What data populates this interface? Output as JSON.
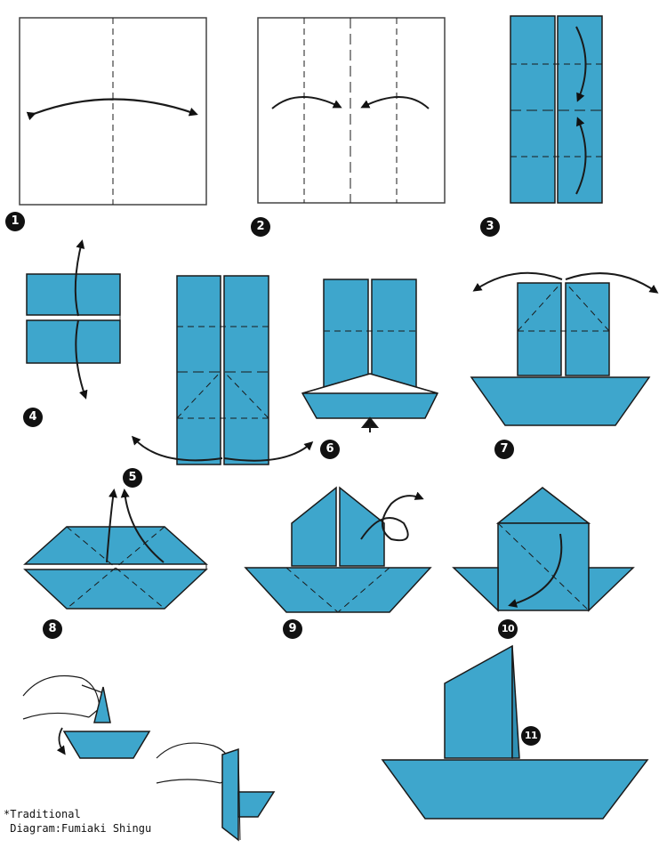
{
  "steps": [
    {
      "number": "1"
    },
    {
      "number": "2"
    },
    {
      "number": "3"
    },
    {
      "number": "4"
    },
    {
      "number": "5"
    },
    {
      "number": "6"
    },
    {
      "number": "7"
    },
    {
      "number": "8"
    },
    {
      "number": "9"
    },
    {
      "number": "10"
    },
    {
      "number": "11"
    }
  ],
  "credits": {
    "line1": "*Traditional",
    "line2": " Diagram:Fumiaki Shingu"
  },
  "colors": {
    "paper_blue": "#3ea6cc",
    "outline": "#1a1a1a",
    "paper_white": "#ffffff",
    "badge": "#111111"
  },
  "icons": [
    "fold-arrow-icon",
    "push-arrow-icon",
    "hand-icon"
  ]
}
